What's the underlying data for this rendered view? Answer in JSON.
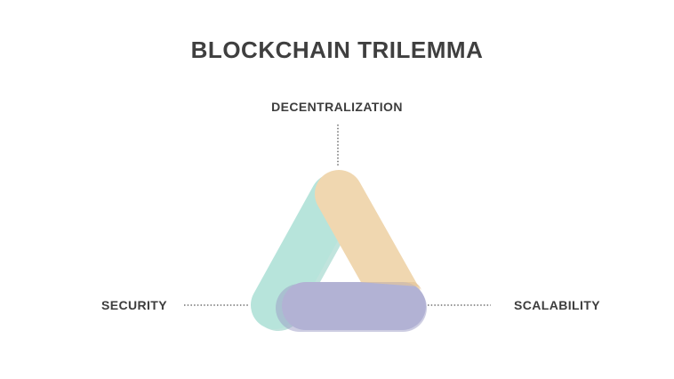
{
  "title": "BLOCKCHAIN TRILEMMA",
  "vertices": {
    "top": "DECENTRALIZATION",
    "left": "SECURITY",
    "right": "SCALABILITY"
  },
  "colors": {
    "decentralization_bar": "#f0d7b0",
    "security_bar": "#b7e4db",
    "scalability_bar": "#b2b2d4",
    "text": "#3d3d3d",
    "connector": "#555555"
  }
}
